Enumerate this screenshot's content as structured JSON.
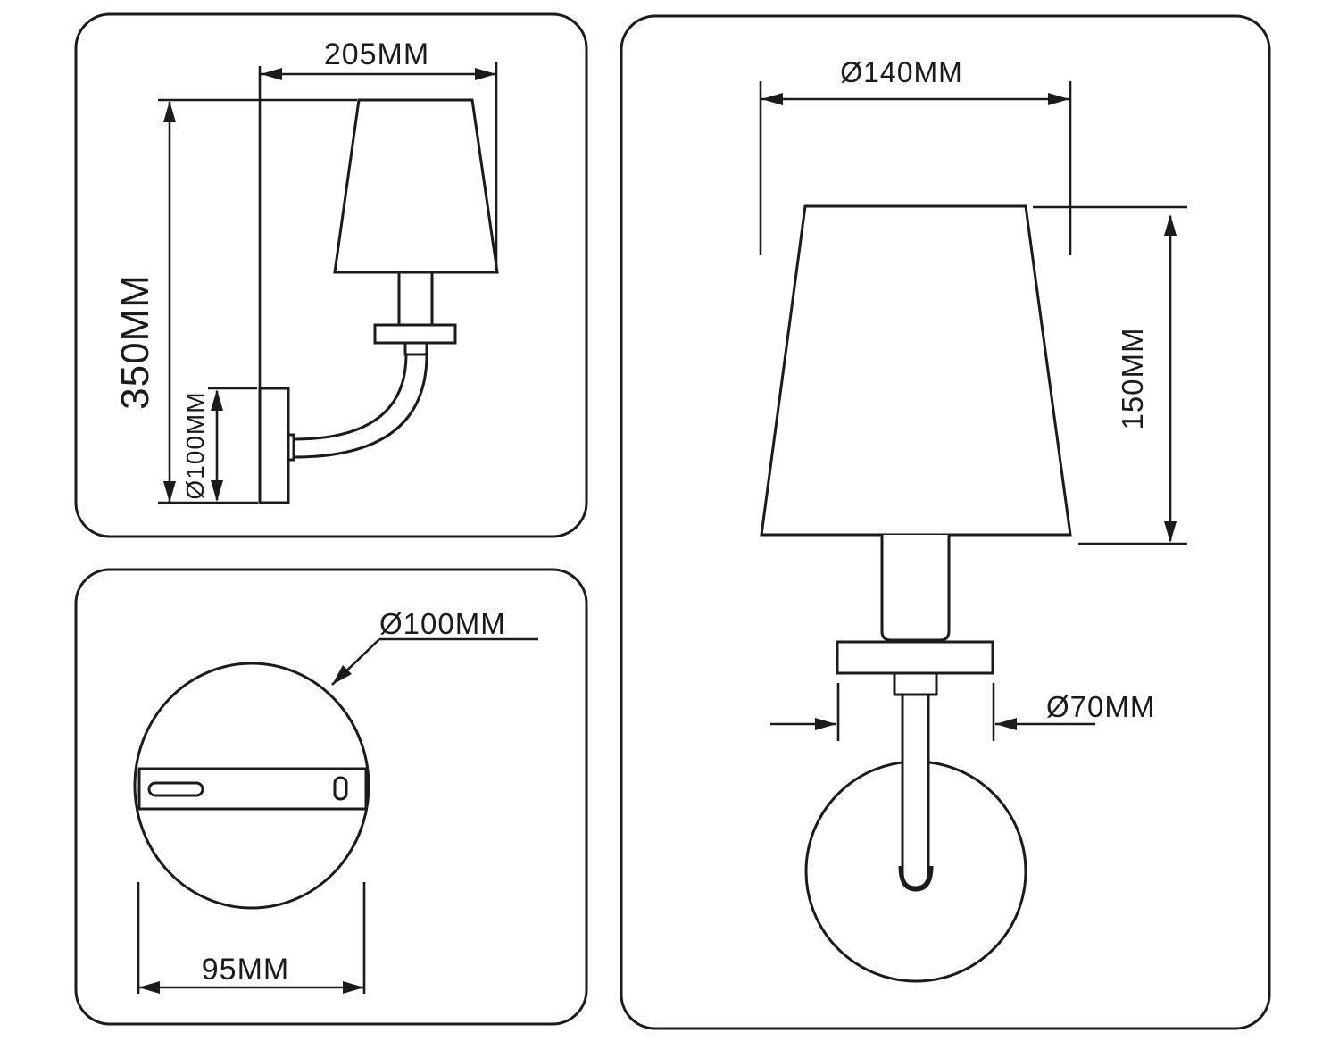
{
  "colors": {
    "line": "#1b1b1b",
    "background": "#ffffff"
  },
  "panels": {
    "side_view": {
      "width_label": "205MM",
      "height_label": "350MM",
      "backplate_diameter_label": "Ø100MM"
    },
    "backplate_view": {
      "diameter_label": "Ø100MM",
      "mount_width_label": "95MM"
    },
    "front_view": {
      "shade_diameter_label": "Ø140MM",
      "shade_height_label": "150MM",
      "holder_diameter_label": "Ø70MM"
    }
  }
}
